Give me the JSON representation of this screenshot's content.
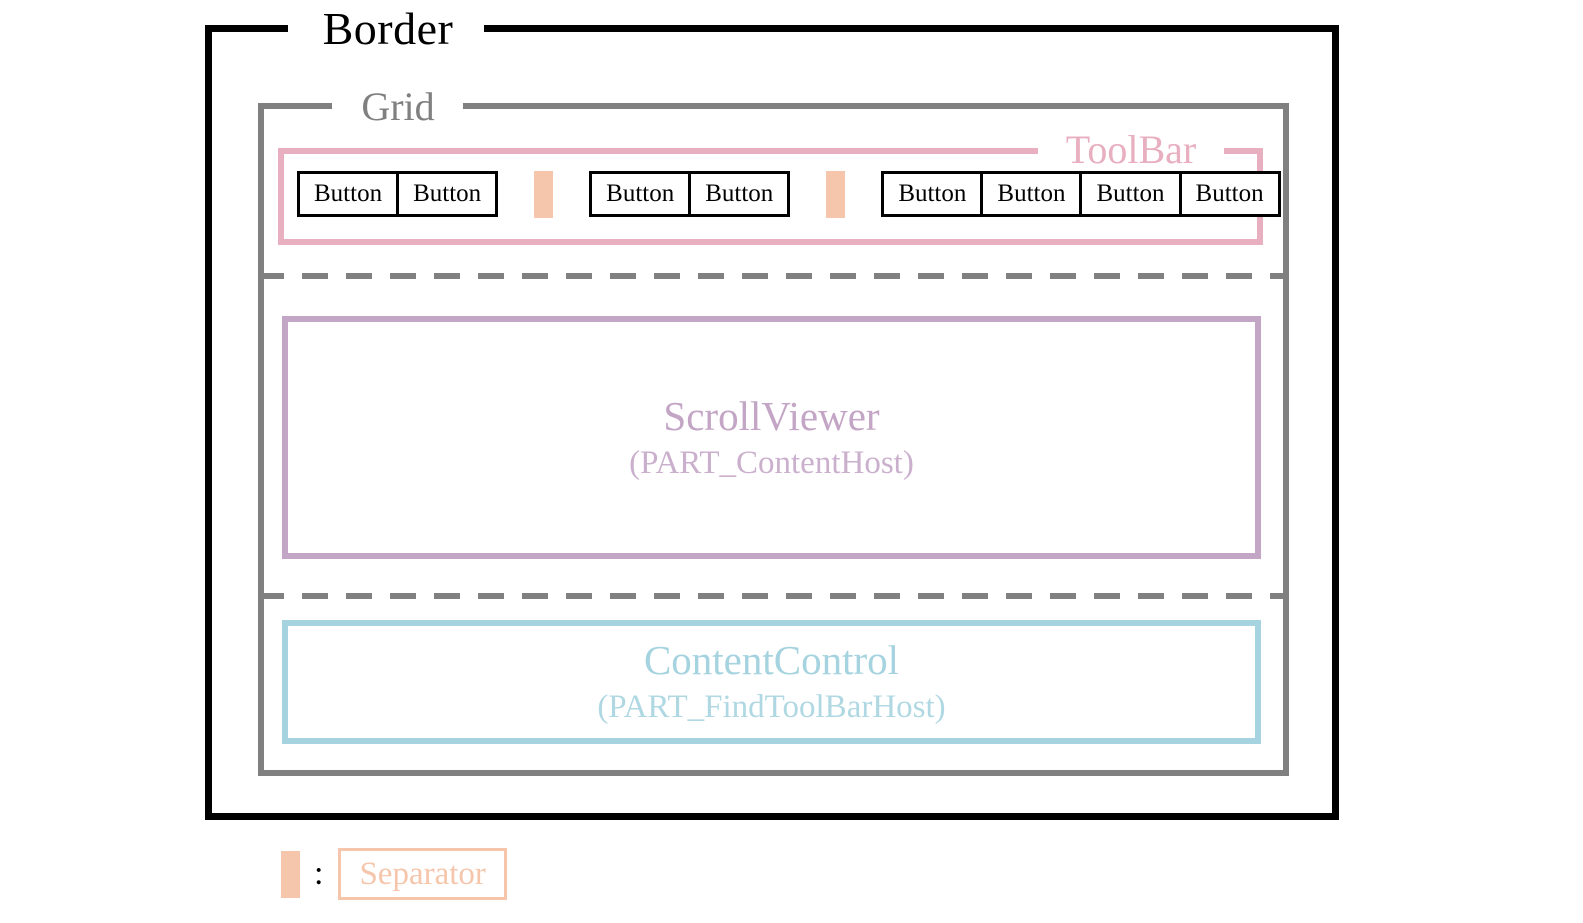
{
  "diagram": {
    "border": {
      "label": "Border",
      "color": "#000000"
    },
    "grid": {
      "label": "Grid",
      "color": "#808080",
      "row_divider_style": "dashed"
    },
    "toolbar": {
      "label": "ToolBar",
      "color": "#e8afc0",
      "groups": [
        {
          "buttons": [
            "Button",
            "Button"
          ]
        },
        {
          "buttons": [
            "Button",
            "Button"
          ]
        },
        {
          "buttons": [
            "Button",
            "Button",
            "Button",
            "Button"
          ]
        }
      ],
      "separator_color": "#f5c6ac",
      "separator_count": 2
    },
    "scrollviewer": {
      "title": "ScrollViewer",
      "subtitle": "(PART_ContentHost)",
      "color": "#c3a5c5"
    },
    "contentcontrol": {
      "title": "ContentControl",
      "subtitle": "(PART_FindToolBarHost)",
      "color": "#a5d3df"
    },
    "legend": {
      "colon": ":",
      "separator_label": "Separator",
      "swatch_color": "#f5c6ac"
    }
  }
}
